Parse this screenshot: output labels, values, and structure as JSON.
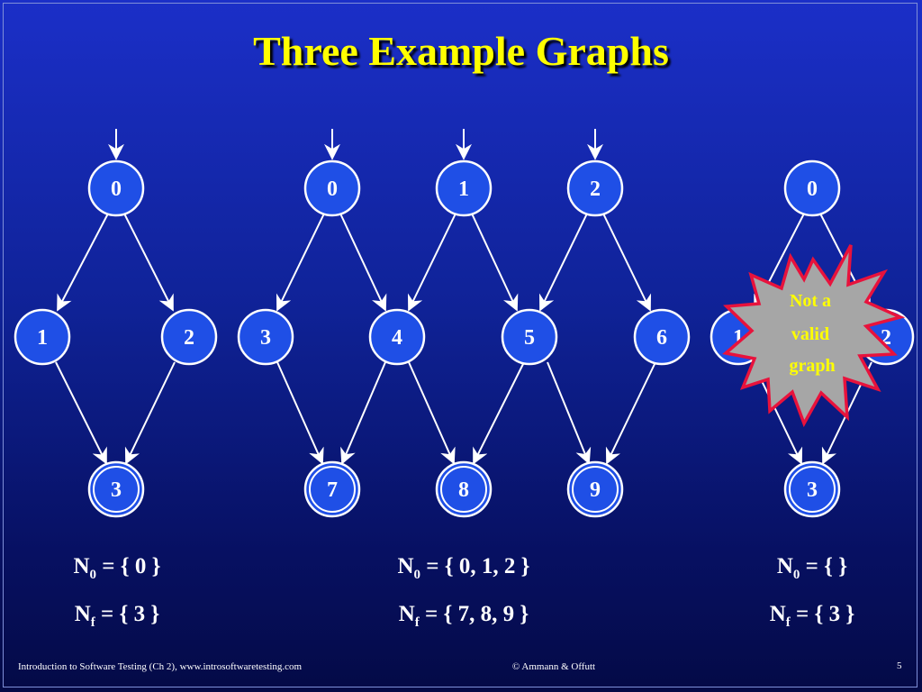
{
  "title": "Three Example Graphs",
  "graphs": [
    {
      "nodes": [
        "0",
        "1",
        "2",
        "3"
      ],
      "n0_label": "N",
      "n0_sub": "0",
      "n0_value": " = { 0 }",
      "nf_label": "N",
      "nf_sub": "f",
      "nf_value": " = { 3 }"
    },
    {
      "nodes": [
        "0",
        "1",
        "2",
        "3",
        "4",
        "5",
        "6",
        "7",
        "8",
        "9"
      ],
      "n0_label": "N",
      "n0_sub": "0",
      "n0_value": " = { 0, 1, 2 }",
      "nf_label": "N",
      "nf_sub": "f",
      "nf_value": " = { 7, 8, 9 }"
    },
    {
      "nodes": [
        "0",
        "1",
        "2",
        "3"
      ],
      "n0_label": "N",
      "n0_sub": "0",
      "n0_value": " = { }",
      "nf_label": "N",
      "nf_sub": "f",
      "nf_value": " = { 3 }"
    }
  ],
  "callout": {
    "line1": "Not a",
    "line2": "valid",
    "line3": "graph"
  },
  "footer": {
    "left": "Introduction to Software Testing  (Ch 2), www.introsoftwaretesting.com",
    "center": "© Ammann & Offutt",
    "page": "5"
  },
  "colors": {
    "node_fill": "#1f4fe6",
    "node_stroke": "#ffffff",
    "title": "#ffff00",
    "burst_fill": "#a6a6a6",
    "burst_stroke": "#e8123c"
  }
}
